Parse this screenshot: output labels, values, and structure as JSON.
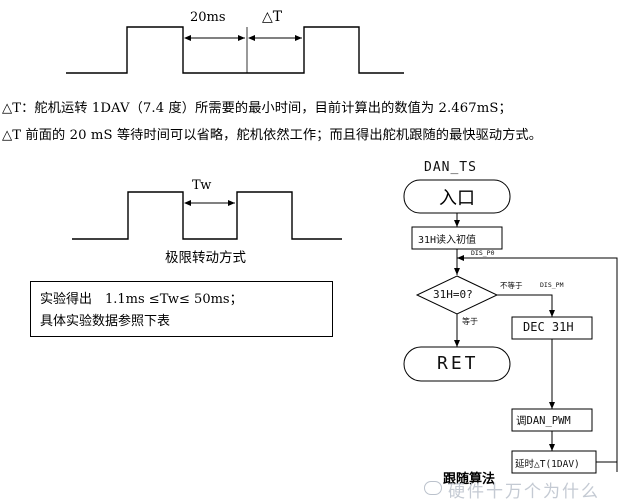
{
  "wave1": {
    "label_20ms": "20ms",
    "label_delta_t": "△T"
  },
  "paragraph": {
    "line1": "△T：舵机运转 1DAV（7.4 度）所需要的最小时间，目前计算出的数值为 2.467mS；",
    "line2": "△T 前面的 20 mS 等待时间可以省略，舵机依然工作；而且得出舵机跟随的最快驱动方式。"
  },
  "wave2": {
    "label_tw": "Tw",
    "caption": "极限转动方式"
  },
  "experiment": {
    "line1": "实验得出　1.1ms ≤Tw≤ 50ms；",
    "line2": "具体实验数据参照下表"
  },
  "flowchart": {
    "title": "DAN_TS",
    "entry": "入口",
    "step_read": "31H读入初值",
    "label_dis_p0": "DIS_P0",
    "decision": "31H=0?",
    "label_not_equal": "不等于",
    "label_dis_pm": "DIS_PM",
    "label_equal": "等于",
    "dec": "DEC 31H",
    "ret": "RET",
    "call_pwm": "调DAN_PWM",
    "delay": "延时△T(1DAV)",
    "caption": "跟随算法"
  },
  "watermark": "硬件十万个为什么"
}
